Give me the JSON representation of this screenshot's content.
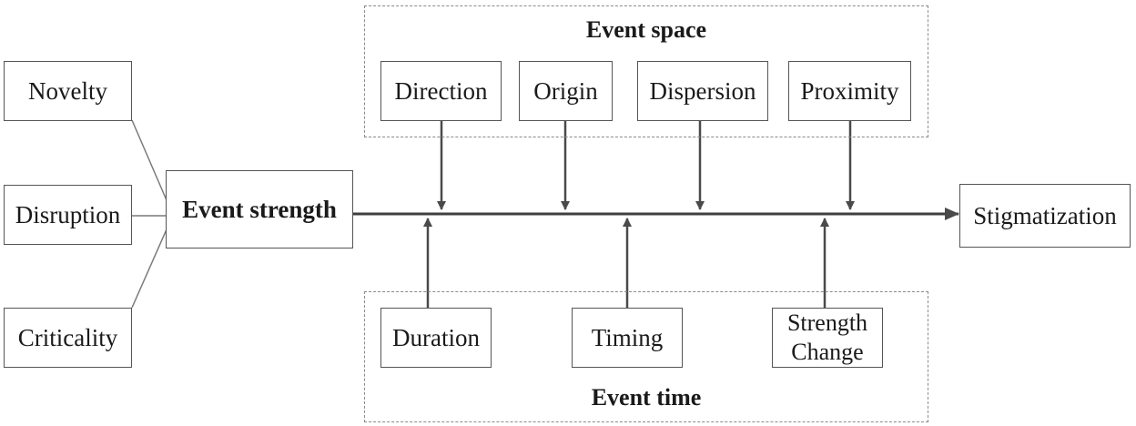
{
  "factors": [
    "Novelty",
    "Disruption",
    "Criticality"
  ],
  "event_strength": "Event strength",
  "outcome": "Stigmatization",
  "event_space": {
    "title": "Event space",
    "items": [
      "Direction",
      "Origin",
      "Dispersion",
      "Proximity"
    ]
  },
  "event_time": {
    "title": "Event time",
    "items": [
      "Duration",
      "Timing",
      "Strength\nChange"
    ]
  },
  "colors": {
    "line": "#555555",
    "dashed_border": "#8a8a8a",
    "box_border": "#555555"
  }
}
